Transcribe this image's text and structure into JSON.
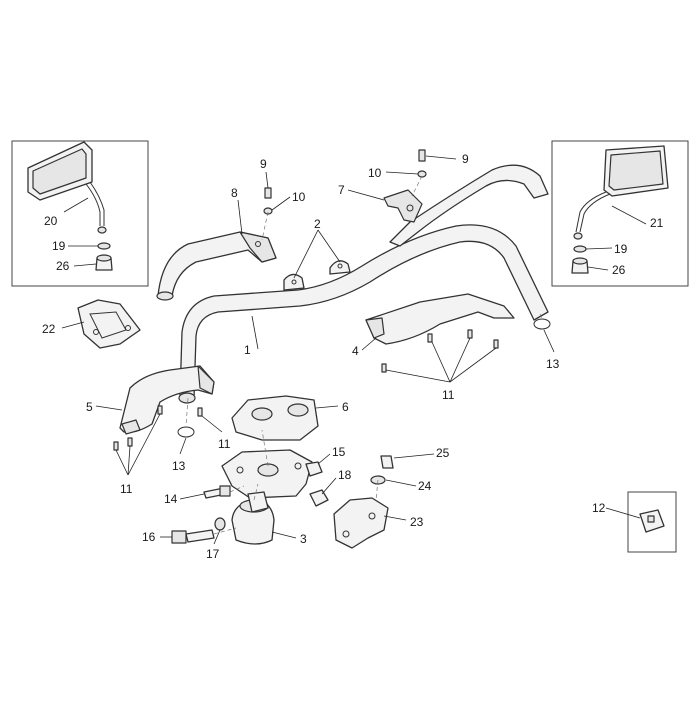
{
  "diagram": {
    "callouts": [
      {
        "id": "c1",
        "text": "1"
      },
      {
        "id": "c2",
        "text": "2"
      },
      {
        "id": "c3",
        "text": "3"
      },
      {
        "id": "c4",
        "text": "4"
      },
      {
        "id": "c5",
        "text": "5"
      },
      {
        "id": "c6",
        "text": "6"
      },
      {
        "id": "c7",
        "text": "7"
      },
      {
        "id": "c8",
        "text": "8"
      },
      {
        "id": "c9a",
        "text": "9"
      },
      {
        "id": "c9b",
        "text": "9"
      },
      {
        "id": "c10a",
        "text": "10"
      },
      {
        "id": "c10b",
        "text": "10"
      },
      {
        "id": "c11a",
        "text": "11"
      },
      {
        "id": "c11b",
        "text": "11"
      },
      {
        "id": "c11c",
        "text": "11"
      },
      {
        "id": "c12",
        "text": "12"
      },
      {
        "id": "c13a",
        "text": "13"
      },
      {
        "id": "c13b",
        "text": "13"
      },
      {
        "id": "c14",
        "text": "14"
      },
      {
        "id": "c15",
        "text": "15"
      },
      {
        "id": "c16",
        "text": "16"
      },
      {
        "id": "c17",
        "text": "17"
      },
      {
        "id": "c18",
        "text": "18"
      },
      {
        "id": "c19a",
        "text": "19"
      },
      {
        "id": "c19b",
        "text": "19"
      },
      {
        "id": "c20",
        "text": "20"
      },
      {
        "id": "c21",
        "text": "21"
      },
      {
        "id": "c22",
        "text": "22"
      },
      {
        "id": "c23",
        "text": "23"
      },
      {
        "id": "c24",
        "text": "24"
      },
      {
        "id": "c25",
        "text": "25"
      },
      {
        "id": "c26a",
        "text": "26"
      },
      {
        "id": "c26b",
        "text": "26"
      }
    ]
  }
}
